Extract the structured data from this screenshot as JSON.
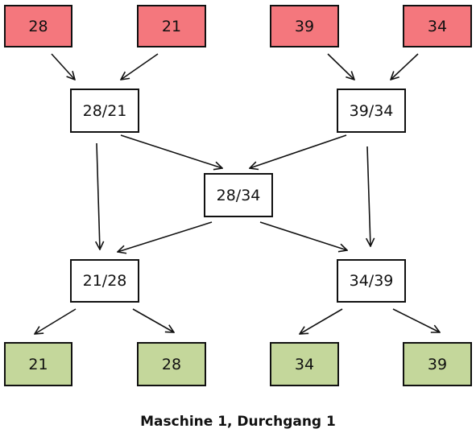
{
  "inputs": [
    "28",
    "21",
    "39",
    "34"
  ],
  "level1": [
    "28/21",
    "39/34"
  ],
  "level2": "28/34",
  "level3": [
    "21/28",
    "34/39"
  ],
  "outputs": [
    "21",
    "28",
    "34",
    "39"
  ],
  "caption": "Maschine 1, Durchgang 1",
  "colors": {
    "input_fill": "#f4777d",
    "output_fill": "#c4d79b",
    "comparator_fill": "#ffffff",
    "stroke": "#111111"
  }
}
